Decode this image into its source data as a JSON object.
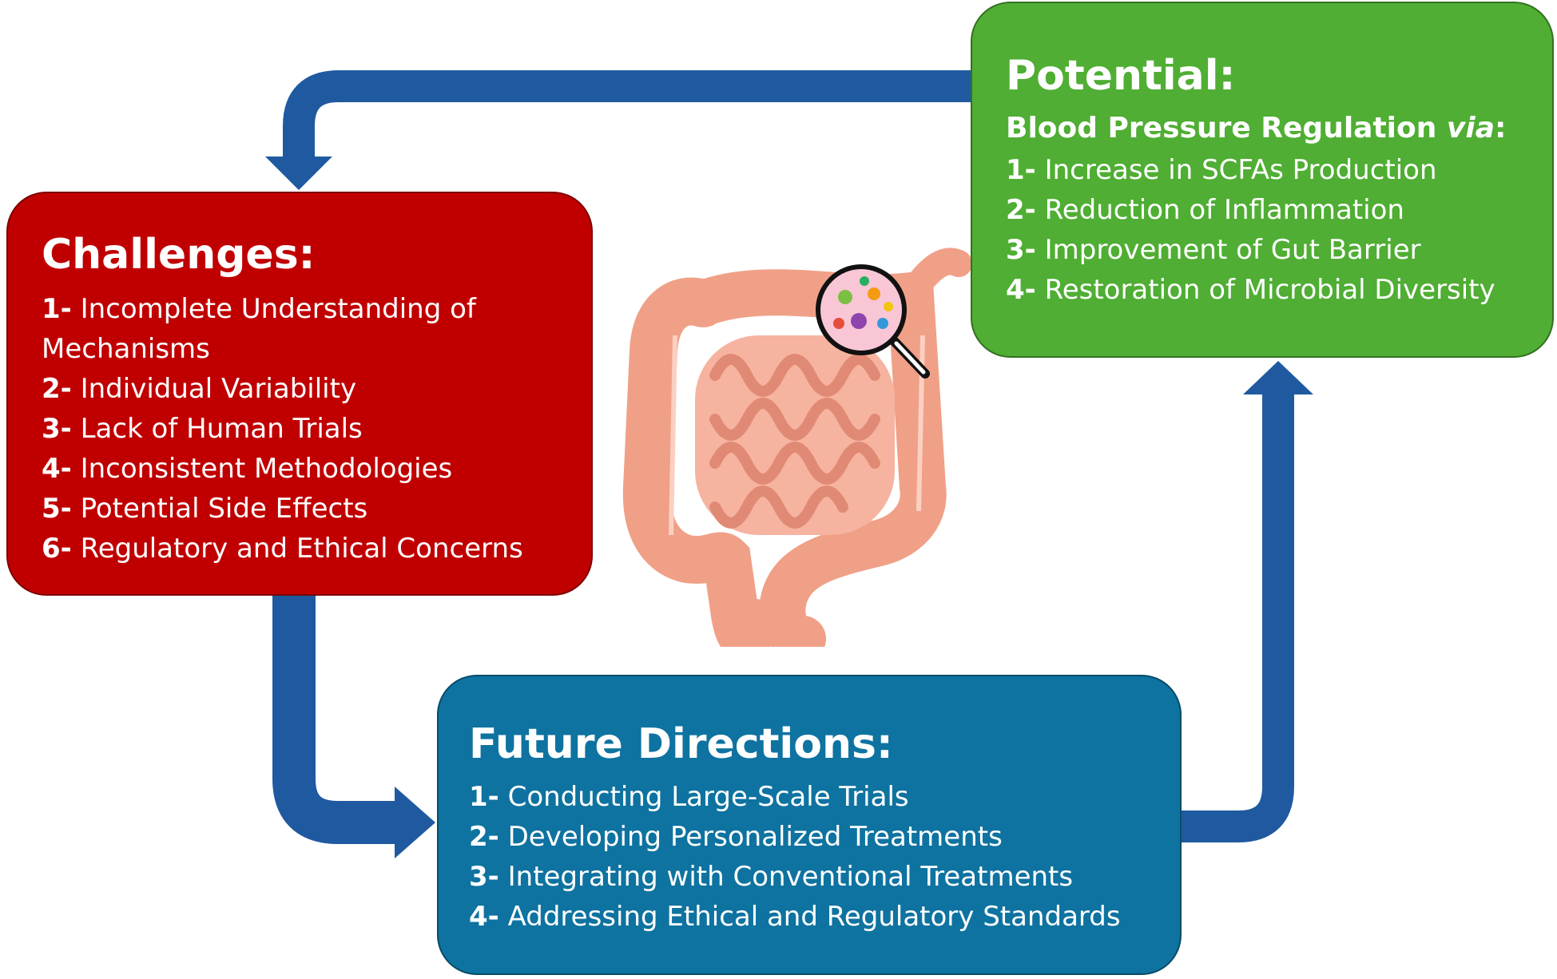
{
  "colors": {
    "arrow": "#1f5aa0",
    "challenges_bg": "#c00000",
    "potential_bg": "#4fae33",
    "future_bg": "#0e73a0",
    "intestine": "#f4a98f"
  },
  "challenges": {
    "title": "Challenges:",
    "items": [
      {
        "num": "1-",
        "text": "Incomplete Understanding of Mechanisms"
      },
      {
        "num": "2-",
        "text": "Individual Variability"
      },
      {
        "num": "3-",
        "text": "Lack of Human Trials"
      },
      {
        "num": "4-",
        "text": "Inconsistent Methodologies"
      },
      {
        "num": "5-",
        "text": "Potential Side Effects"
      },
      {
        "num": "6-",
        "text": "Regulatory and Ethical Concerns"
      }
    ]
  },
  "potential": {
    "title": "Potential:",
    "subtitle": "Blood Pressure Regulation",
    "subtitle_emphasis": "via",
    "subtitle_end": ":",
    "items": [
      {
        "num": "1-",
        "text": "Increase in SCFAs Production"
      },
      {
        "num": "2-",
        "text": "Reduction of Inflammation"
      },
      {
        "num": "3-",
        "text": "Improvement of Gut Barrier"
      },
      {
        "num": "4-",
        "text": "Restoration of Microbial Diversity"
      }
    ]
  },
  "future": {
    "title": "Future Directions:",
    "items": [
      {
        "num": "1-",
        "text": "Conducting Large-Scale Trials"
      },
      {
        "num": "2-",
        "text": "Developing Personalized Treatments"
      },
      {
        "num": "3-",
        "text": "Integrating with Conventional Treatments"
      },
      {
        "num": "4-",
        "text": "Addressing Ethical and Regulatory Standards"
      }
    ]
  },
  "illustration": {
    "icon": "intestine-icon",
    "magnifier_icon": "magnifying-glass-icon"
  }
}
